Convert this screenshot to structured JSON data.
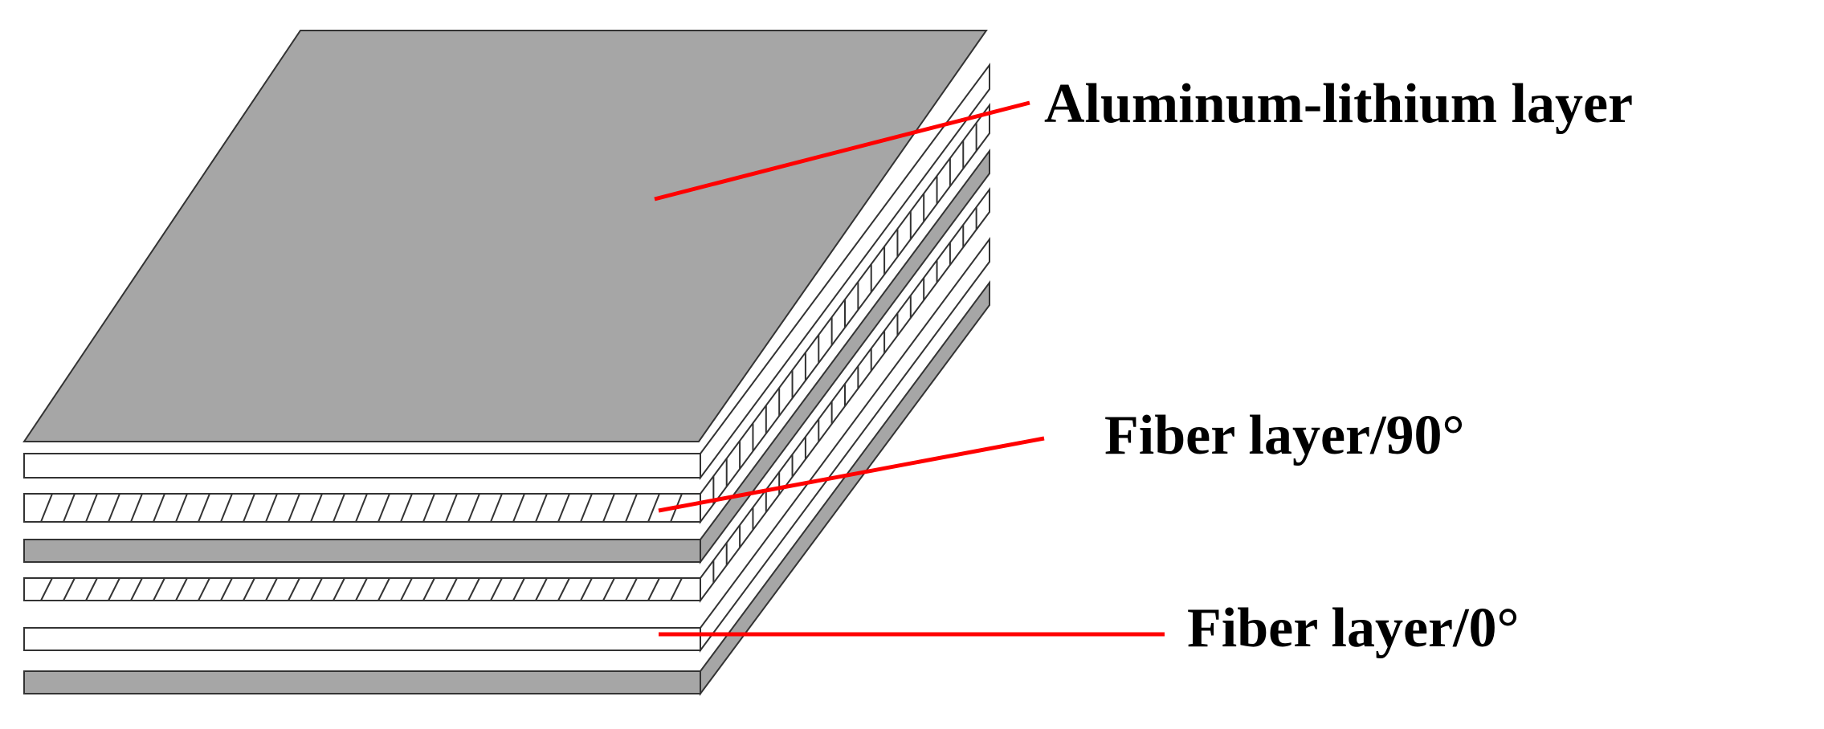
{
  "colors": {
    "aluminum": "#a6a6a6",
    "fiber": "#ffffff",
    "outline": "#333333",
    "leader": "#ff0000",
    "text": "#000000"
  },
  "diagram": {
    "layers_top_to_bottom": [
      "aluminum-lithium",
      "fiber-0",
      "fiber-90",
      "aluminum-lithium",
      "fiber-90",
      "fiber-0",
      "aluminum-lithium"
    ]
  },
  "labels": {
    "aluminum": "Aluminum-lithium layer",
    "fiber90": "Fiber layer/90°",
    "fiber0": "Fiber layer/0°"
  }
}
